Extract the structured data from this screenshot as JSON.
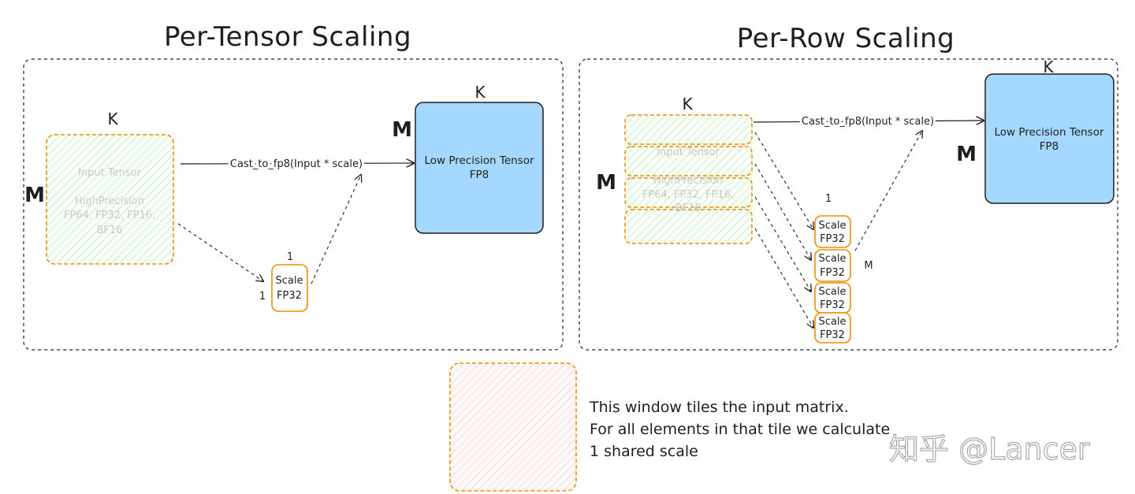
{
  "per_tensor": {
    "title": "Per-Tensor Scaling",
    "k_input": "K",
    "m_input": "M",
    "input_line1": "Input Tensor",
    "input_line2": "HighPrecision",
    "input_line3": "FP64, FP32, FP16,",
    "input_line4": "BF16",
    "cast_label": "Cast_to_fp8(Input * scale)",
    "scale_top": "1",
    "scale_left": "1",
    "scale_line1": "Scale",
    "scale_line2": "FP32",
    "out_k": "K",
    "out_m": "M",
    "out_line1": "Low Precision Tensor",
    "out_line2": "FP8"
  },
  "per_row": {
    "title": "Per-Row Scaling",
    "k_input": "K",
    "m_input": "M",
    "input_line1": "Input Tensor",
    "input_line2": "HighPrecision",
    "input_line3": "FP64, FP32, FP16,",
    "input_line4": "BF16",
    "cast_label": "Cast_to_fp8(Input * scale)",
    "scale_top": "1",
    "scale_m": "M",
    "scale_line1": "Scale",
    "scale_line2": "FP32",
    "out_k": "K",
    "out_m": "M",
    "out_line1": "Low Precision Tensor",
    "out_line2": "FP8"
  },
  "legend": {
    "line1": "This window tiles the input matrix.",
    "line2": "For all elements in that tile we calculate",
    "line3": "1 shared scale"
  },
  "watermark": "知乎 @Lancer",
  "colors": {
    "orange": "#f08c00",
    "blue_fill": "#a5d8ff",
    "green_hatch": "#b2f2bb",
    "red_hatch": "#ffc9c9",
    "ink": "#1e1e1e"
  }
}
